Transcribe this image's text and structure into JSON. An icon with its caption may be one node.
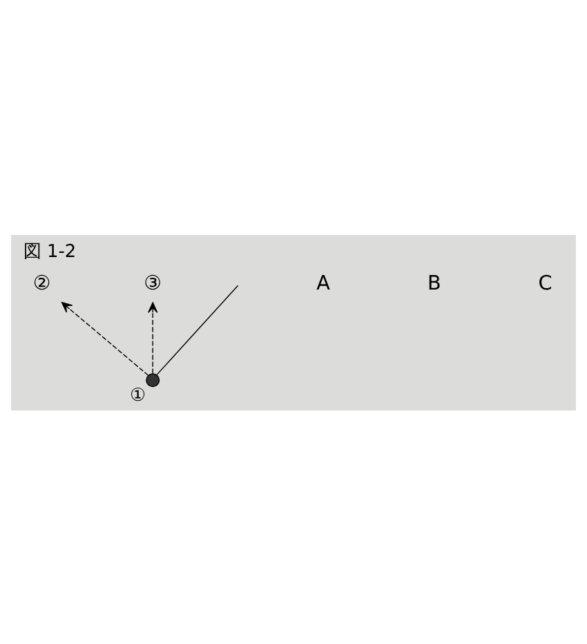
{
  "diagram": {
    "title": "図 1-2",
    "nodes": [
      {
        "text": [],
        "shape": "circle",
        "beside": [
          "①"
        ]
      },
      {
        "text": [
          "②"
        ]
      },
      {
        "text": [
          "③"
        ]
      }
    ],
    "edges": [
      {
        "from": 0,
        "to": 1,
        "arrow": "to",
        "style": "dashed"
      },
      {
        "from": 0,
        "to": 2,
        "arrow": "to",
        "style": "dashed"
      },
      {
        "from": 0,
        "to": null,
        "arrow": "none"
      }
    ],
    "labels": [
      "A",
      "B",
      "C"
    ]
  }
}
